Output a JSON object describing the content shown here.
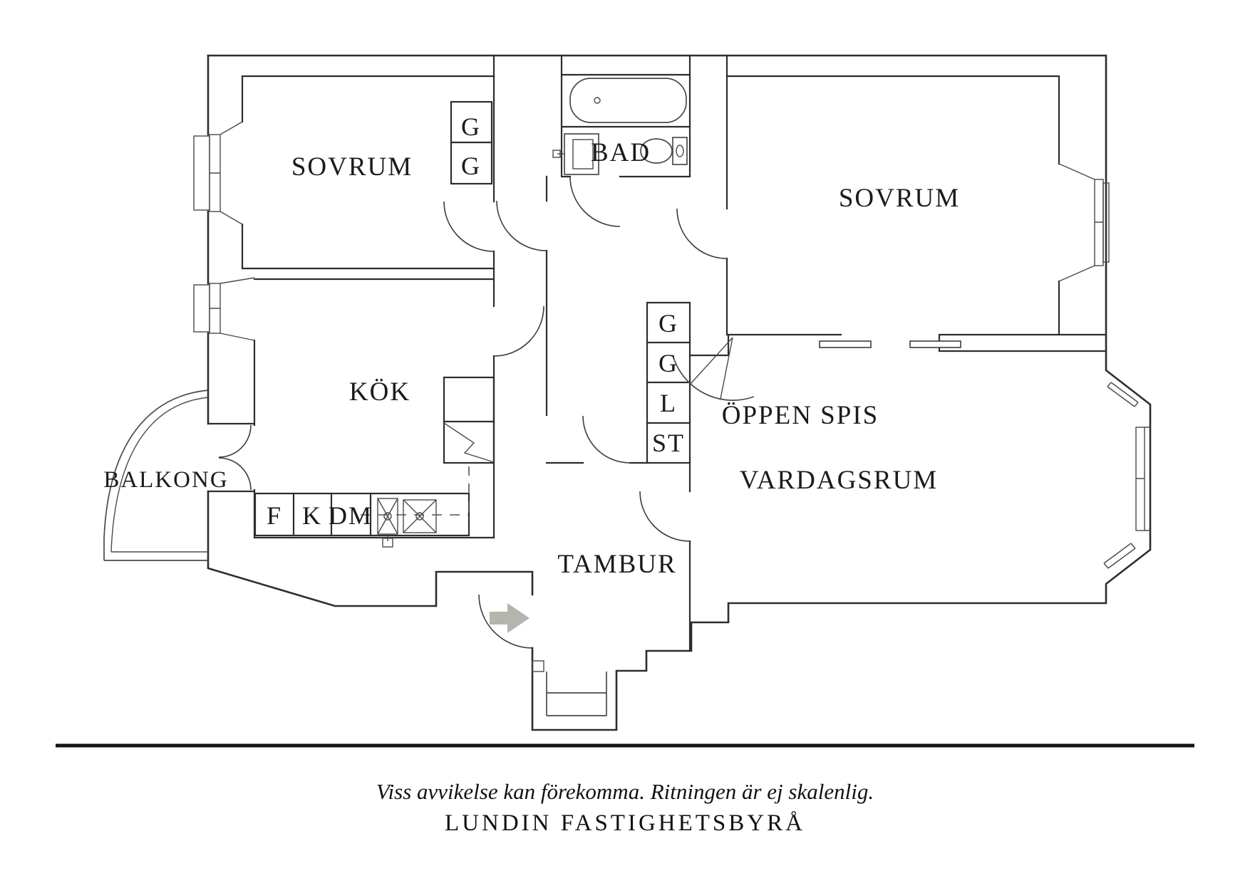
{
  "plan": {
    "rooms": {
      "sovrum_left": "SOVRUM",
      "sovrum_right": "SOVRUM",
      "kok": "KÖK",
      "bad": "BAD",
      "tambur": "TAMBUR",
      "vardagsrum": "VARDAGSRUM",
      "balkong": "BALKONG",
      "oppen_spis": "ÖPPEN SPIS"
    },
    "closets_bedroom": [
      "G",
      "G"
    ],
    "closets_hall": [
      "G",
      "G",
      "L",
      "ST"
    ],
    "kitchen_units": [
      "F",
      "K",
      "DM"
    ],
    "colors": {
      "wall": "#2d2d2d",
      "fixture": "#4a4a4a",
      "entrance_arrow": "#b5b5ae",
      "text": "#1b1b1b",
      "background": "#ffffff"
    }
  },
  "footer": {
    "disclaimer": "Viss avvikelse kan förekomma. Ritningen är ej skalenlig.",
    "company": "LUNDIN FASTIGHETSBYRÅ"
  }
}
